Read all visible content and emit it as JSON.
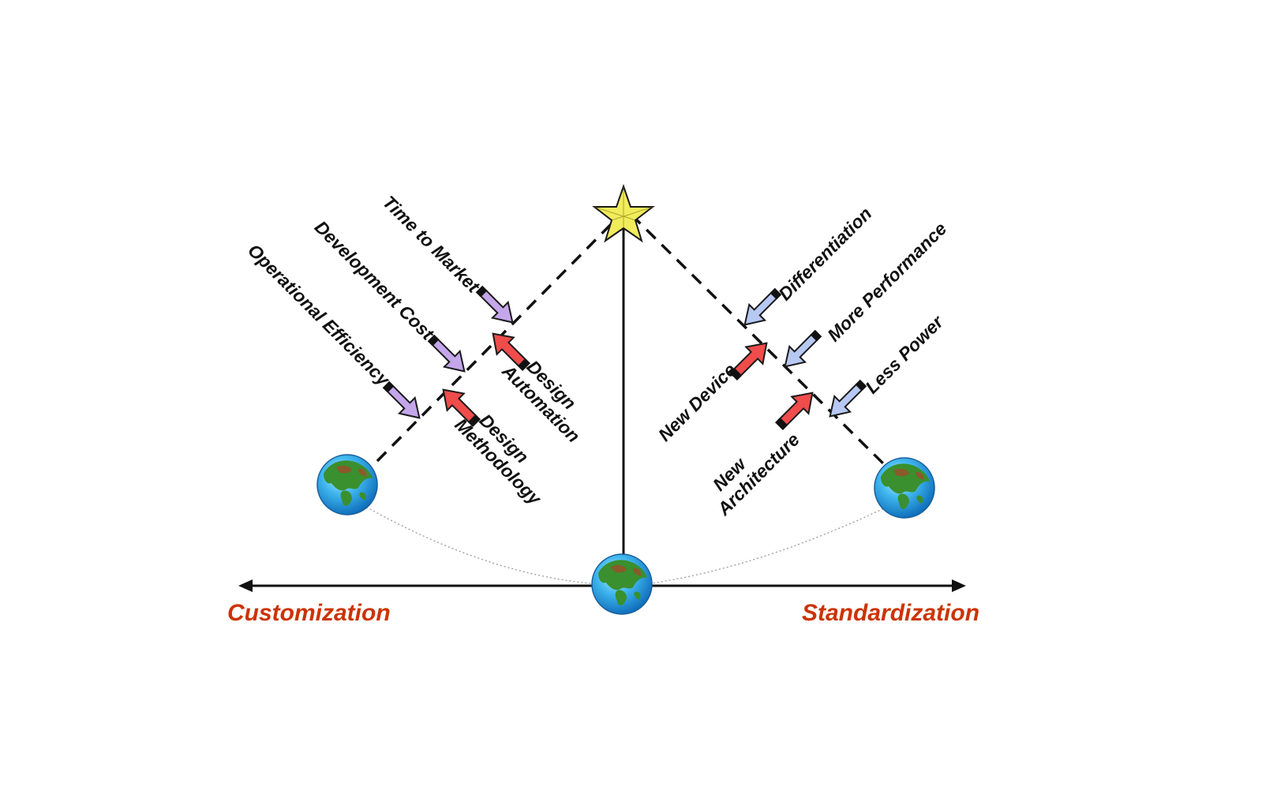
{
  "axis": {
    "left_label": "Customization",
    "right_label": "Standardization",
    "label_color": "#cc3300"
  },
  "apex_icon": "star-icon",
  "endpoint_icon": "globe-icon",
  "left_branch": {
    "pressures": [
      {
        "label": "Time to Market",
        "color": "#c4a6ea"
      },
      {
        "label": "Development Cost",
        "color": "#c4a6ea"
      },
      {
        "label": "Operational Efficiency",
        "color": "#c4a6ea"
      }
    ],
    "enablers": [
      {
        "lines": [
          "Design",
          "Automation"
        ],
        "color": "#ef4c4c"
      },
      {
        "lines": [
          "Design",
          "Methodology"
        ],
        "color": "#ef4c4c"
      }
    ]
  },
  "right_branch": {
    "pressures": [
      {
        "label": "Differentiation",
        "color": "#b7c8f3"
      },
      {
        "label": "More Performance",
        "color": "#b7c8f3"
      },
      {
        "label": "Less Power",
        "color": "#b7c8f3"
      }
    ],
    "enablers": [
      {
        "lines": [
          "New Device"
        ],
        "color": "#ef4c4c"
      },
      {
        "lines": [
          "New",
          "Architecture"
        ],
        "color": "#ef4c4c"
      }
    ]
  }
}
